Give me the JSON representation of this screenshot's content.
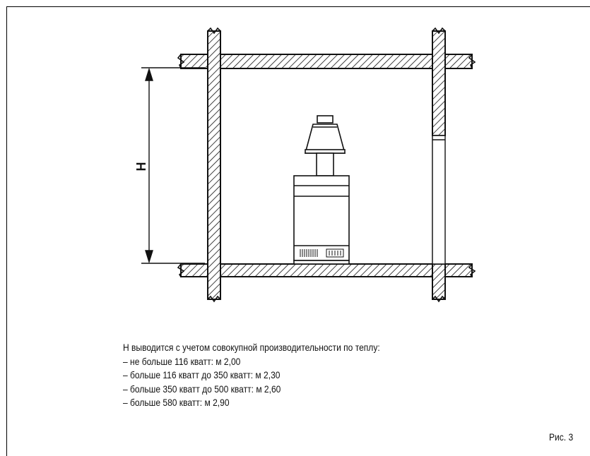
{
  "diagram": {
    "dimension_label": "H"
  },
  "caption": {
    "heading": "H выводится с учетом совокупной производительности по теплу:",
    "items": [
      "– не больше 116 кватт: м 2,00",
      "– больше 116 кватт до 350 кватт: м 2,30",
      "– больше 350 кватт до 500 кватт: м 2,60",
      "– больше 580 кватт: м 2,90"
    ]
  },
  "figure_label": "Рис. 3"
}
